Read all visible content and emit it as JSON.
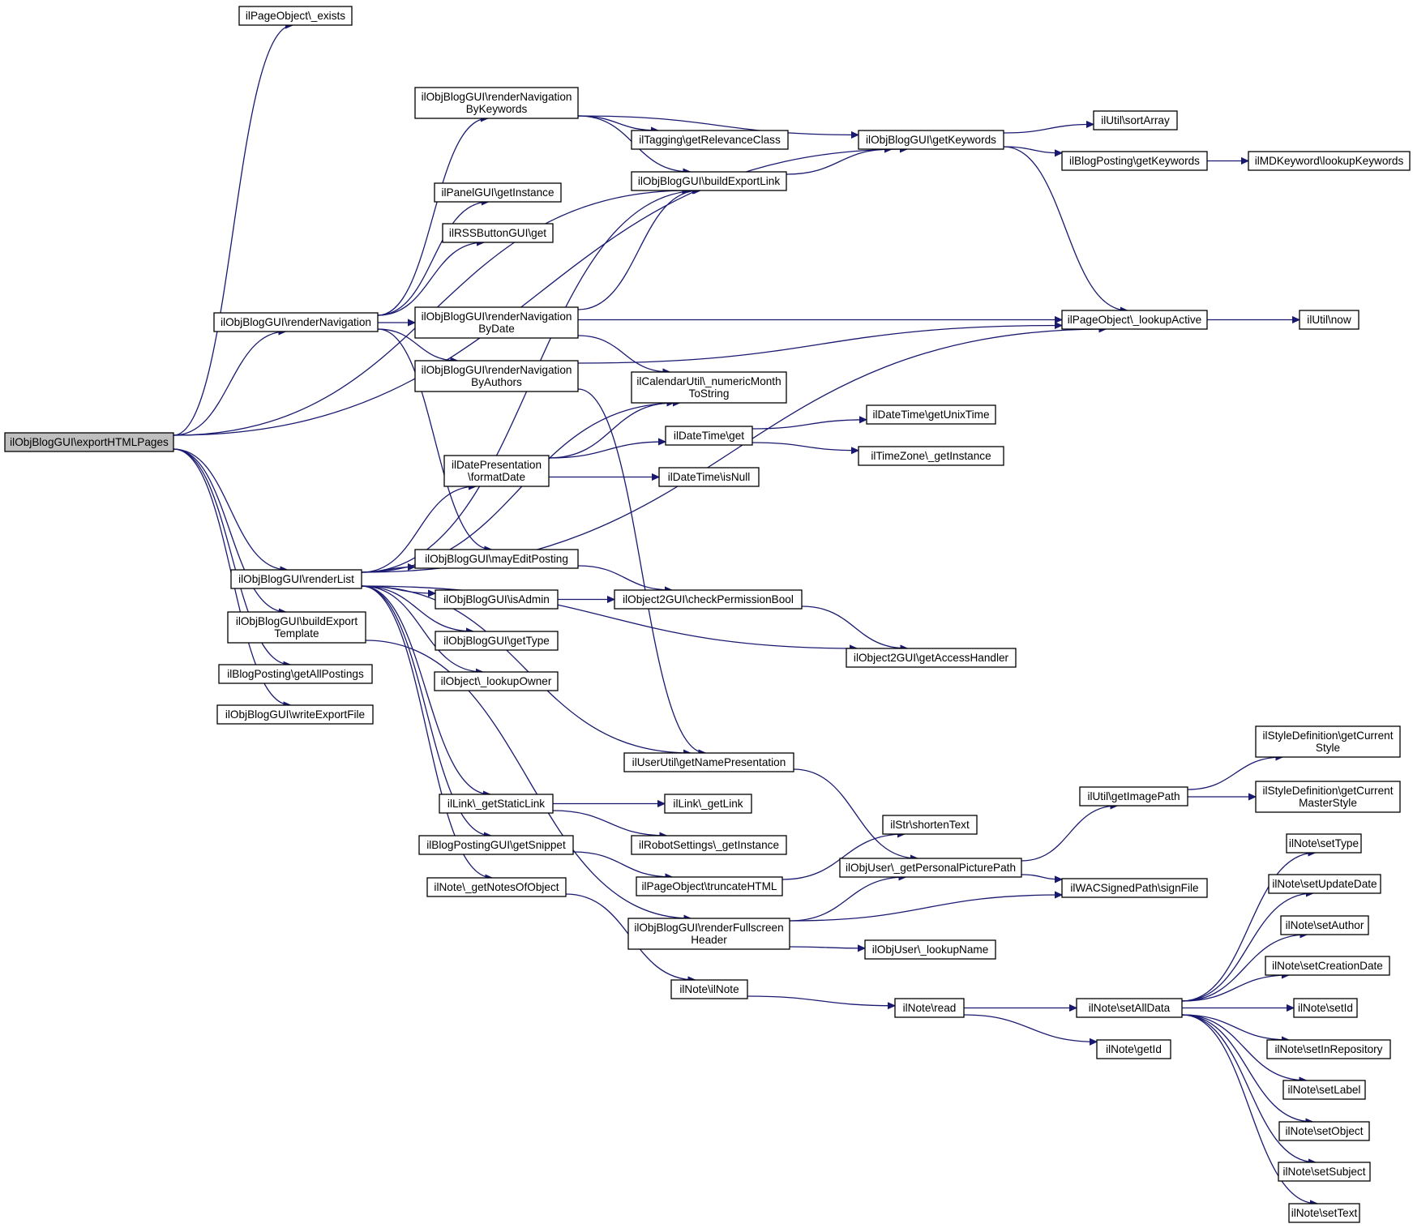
{
  "diagram": {
    "type": "call-graph",
    "colors": {
      "edge": "#191970",
      "node_border": "#000000",
      "root_fill": "#bfbfbf",
      "node_fill": "#ffffff"
    },
    "nodes": [
      {
        "id": "exportHTMLPages",
        "lines": [
          "ilObjBlogGUI\\exportHTMLPages"
        ],
        "root": true
      },
      {
        "id": "pageExists",
        "lines": [
          "ilPageObject\\_exists"
        ]
      },
      {
        "id": "renderNavByKeywords",
        "lines": [
          "ilObjBlogGUI\\renderNavigation",
          "ByKeywords"
        ]
      },
      {
        "id": "getKeywordsBlog",
        "lines": [
          "ilObjBlogGUI\\getKeywords"
        ]
      },
      {
        "id": "sortArray",
        "lines": [
          "ilUtil\\sortArray"
        ]
      },
      {
        "id": "taggingRel",
        "lines": [
          "ilTagging\\getRelevanceClass"
        ]
      },
      {
        "id": "buildExportLink",
        "lines": [
          "ilObjBlogGUI\\buildExportLink"
        ]
      },
      {
        "id": "postingGetKeywords",
        "lines": [
          "ilBlogPosting\\getKeywords"
        ]
      },
      {
        "id": "mdLookupKeywords",
        "lines": [
          "ilMDKeyword\\lookupKeywords"
        ]
      },
      {
        "id": "panelGetInstance",
        "lines": [
          "ilPanelGUI\\getInstance"
        ]
      },
      {
        "id": "rssGet",
        "lines": [
          "ilRSSButtonGUI\\get"
        ]
      },
      {
        "id": "renderNavigation",
        "lines": [
          "ilObjBlogGUI\\renderNavigation"
        ]
      },
      {
        "id": "renderNavByDate",
        "lines": [
          "ilObjBlogGUI\\renderNavigation",
          "ByDate"
        ]
      },
      {
        "id": "lookupActive",
        "lines": [
          "ilPageObject\\_lookupActive"
        ]
      },
      {
        "id": "utilNow",
        "lines": [
          "ilUtil\\now"
        ]
      },
      {
        "id": "renderNavByAuthors",
        "lines": [
          "ilObjBlogGUI\\renderNavigation",
          "ByAuthors"
        ]
      },
      {
        "id": "calNumericMonth",
        "lines": [
          "ilCalendarUtil\\_numericMonth",
          "ToString"
        ]
      },
      {
        "id": "dateTimeGetUnix",
        "lines": [
          "ilDateTime\\getUnixTime"
        ]
      },
      {
        "id": "dateTimeGet",
        "lines": [
          "ilDateTime\\get"
        ]
      },
      {
        "id": "tzGetInstance",
        "lines": [
          "ilTimeZone\\_getInstance"
        ]
      },
      {
        "id": "datePresFormat",
        "lines": [
          "ilDatePresentation",
          "\\formatDate"
        ]
      },
      {
        "id": "dateTimeIsNull",
        "lines": [
          "ilDateTime\\isNull"
        ]
      },
      {
        "id": "mayEditPosting",
        "lines": [
          "ilObjBlogGUI\\mayEditPosting"
        ]
      },
      {
        "id": "renderList",
        "lines": [
          "ilObjBlogGUI\\renderList"
        ]
      },
      {
        "id": "isAdmin",
        "lines": [
          "ilObjBlogGUI\\isAdmin"
        ]
      },
      {
        "id": "checkPermBool",
        "lines": [
          "ilObject2GUI\\checkPermissionBool"
        ]
      },
      {
        "id": "buildExportTemplate",
        "lines": [
          "ilObjBlogGUI\\buildExport",
          "Template"
        ]
      },
      {
        "id": "getType",
        "lines": [
          "ilObjBlogGUI\\getType"
        ]
      },
      {
        "id": "getAccessHandler",
        "lines": [
          "ilObject2GUI\\getAccessHandler"
        ]
      },
      {
        "id": "getAllPostings",
        "lines": [
          "ilBlogPosting\\getAllPostings"
        ]
      },
      {
        "id": "lookupOwner",
        "lines": [
          "ilObject\\_lookupOwner"
        ]
      },
      {
        "id": "writeExportFile",
        "lines": [
          "ilObjBlogGUI\\writeExportFile"
        ]
      },
      {
        "id": "styleDefCurrentStyle",
        "lines": [
          "ilStyleDefinition\\getCurrent",
          "Style"
        ]
      },
      {
        "id": "getNamePresentation",
        "lines": [
          "ilUserUtil\\getNamePresentation"
        ]
      },
      {
        "id": "styleDefMasterStyle",
        "lines": [
          "ilStyleDefinition\\getCurrent",
          "MasterStyle"
        ]
      },
      {
        "id": "utilGetImagePath",
        "lines": [
          "ilUtil\\getImagePath"
        ]
      },
      {
        "id": "linkGetStatic",
        "lines": [
          "ilLink\\_getStaticLink"
        ]
      },
      {
        "id": "linkGetLink",
        "lines": [
          "ilLink\\_getLink"
        ]
      },
      {
        "id": "strShortenText",
        "lines": [
          "ilStr\\shortenText"
        ]
      },
      {
        "id": "robotGetInstance",
        "lines": [
          "ilRobotSettings\\_getInstance"
        ]
      },
      {
        "id": "postingGuiSnippet",
        "lines": [
          "ilBlogPostingGUI\\getSnippet"
        ]
      },
      {
        "id": "noteSetType",
        "lines": [
          "ilNote\\setType"
        ]
      },
      {
        "id": "userPicturePath",
        "lines": [
          "ilObjUser\\_getPersonalPicturePath"
        ]
      },
      {
        "id": "truncateHTML",
        "lines": [
          "ilPageObject\\truncateHTML"
        ]
      },
      {
        "id": "wacSignFile",
        "lines": [
          "ilWACSignedPath\\signFile"
        ]
      },
      {
        "id": "noteSetUpdateDate",
        "lines": [
          "ilNote\\setUpdateDate"
        ]
      },
      {
        "id": "noteGetNotesOfObject",
        "lines": [
          "ilNote\\_getNotesOfObject"
        ]
      },
      {
        "id": "renderFullscreenHeader",
        "lines": [
          "ilObjBlogGUI\\renderFullscreen",
          "Header"
        ]
      },
      {
        "id": "noteSetAuthor",
        "lines": [
          "ilNote\\setAuthor"
        ]
      },
      {
        "id": "userLookupName",
        "lines": [
          "ilObjUser\\_lookupName"
        ]
      },
      {
        "id": "noteSetCreationDate",
        "lines": [
          "ilNote\\setCreationDate"
        ]
      },
      {
        "id": "noteIlNote",
        "lines": [
          "ilNote\\ilNote"
        ]
      },
      {
        "id": "noteRead",
        "lines": [
          "ilNote\\read"
        ]
      },
      {
        "id": "noteSetAllData",
        "lines": [
          "ilNote\\setAllData"
        ]
      },
      {
        "id": "noteSetId",
        "lines": [
          "ilNote\\setId"
        ]
      },
      {
        "id": "noteGetId",
        "lines": [
          "ilNote\\getId"
        ]
      },
      {
        "id": "noteSetInRepository",
        "lines": [
          "ilNote\\setInRepository"
        ]
      },
      {
        "id": "noteSetLabel",
        "lines": [
          "ilNote\\setLabel"
        ]
      },
      {
        "id": "noteSetObject",
        "lines": [
          "ilNote\\setObject"
        ]
      },
      {
        "id": "noteSetSubject",
        "lines": [
          "ilNote\\setSubject"
        ]
      },
      {
        "id": "noteSetText",
        "lines": [
          "ilNote\\setText"
        ]
      }
    ],
    "edges": [
      [
        "exportHTMLPages",
        "pageExists"
      ],
      [
        "exportHTMLPages",
        "getKeywordsBlog"
      ],
      [
        "exportHTMLPages",
        "buildExportLink"
      ],
      [
        "exportHTMLPages",
        "renderNavigation"
      ],
      [
        "exportHTMLPages",
        "renderList"
      ],
      [
        "exportHTMLPages",
        "buildExportTemplate"
      ],
      [
        "exportHTMLPages",
        "getAllPostings"
      ],
      [
        "exportHTMLPages",
        "writeExportFile"
      ],
      [
        "renderNavByKeywords",
        "getKeywordsBlog"
      ],
      [
        "renderNavByKeywords",
        "taggingRel"
      ],
      [
        "renderNavByKeywords",
        "buildExportLink"
      ],
      [
        "getKeywordsBlog",
        "sortArray"
      ],
      [
        "getKeywordsBlog",
        "postingGetKeywords"
      ],
      [
        "getKeywordsBlog",
        "lookupActive"
      ],
      [
        "postingGetKeywords",
        "mdLookupKeywords"
      ],
      [
        "buildExportLink",
        "getKeywordsBlog"
      ],
      [
        "renderNavigation",
        "renderNavByKeywords"
      ],
      [
        "renderNavigation",
        "panelGetInstance"
      ],
      [
        "renderNavigation",
        "rssGet"
      ],
      [
        "renderNavigation",
        "renderNavByDate"
      ],
      [
        "renderNavigation",
        "renderNavByAuthors"
      ],
      [
        "renderNavigation",
        "mayEditPosting"
      ],
      [
        "renderNavByDate",
        "buildExportLink"
      ],
      [
        "renderNavByDate",
        "lookupActive"
      ],
      [
        "renderNavByDate",
        "calNumericMonth"
      ],
      [
        "renderNavByAuthors",
        "lookupActive"
      ],
      [
        "renderNavByAuthors",
        "getNamePresentation"
      ],
      [
        "lookupActive",
        "utilNow"
      ],
      [
        "dateTimeGet",
        "dateTimeGetUnix"
      ],
      [
        "dateTimeGet",
        "tzGetInstance"
      ],
      [
        "datePresFormat",
        "calNumericMonth"
      ],
      [
        "datePresFormat",
        "dateTimeGet"
      ],
      [
        "datePresFormat",
        "dateTimeIsNull"
      ],
      [
        "renderList",
        "buildExportLink"
      ],
      [
        "renderList",
        "calNumericMonth"
      ],
      [
        "renderList",
        "datePresFormat"
      ],
      [
        "renderList",
        "lookupActive"
      ],
      [
        "renderList",
        "mayEditPosting"
      ],
      [
        "renderList",
        "isAdmin"
      ],
      [
        "renderList",
        "getType"
      ],
      [
        "renderList",
        "lookupOwner"
      ],
      [
        "renderList",
        "getAccessHandler"
      ],
      [
        "renderList",
        "getNamePresentation"
      ],
      [
        "renderList",
        "linkGetStatic"
      ],
      [
        "renderList",
        "postingGuiSnippet"
      ],
      [
        "renderList",
        "noteGetNotesOfObject"
      ],
      [
        "mayEditPosting",
        "checkPermBool"
      ],
      [
        "isAdmin",
        "checkPermBool"
      ],
      [
        "checkPermBool",
        "getAccessHandler"
      ],
      [
        "buildExportTemplate",
        "renderFullscreenHeader"
      ],
      [
        "getNamePresentation",
        "userPicturePath"
      ],
      [
        "linkGetStatic",
        "linkGetLink"
      ],
      [
        "linkGetStatic",
        "robotGetInstance"
      ],
      [
        "postingGuiSnippet",
        "truncateHTML"
      ],
      [
        "truncateHTML",
        "strShortenText"
      ],
      [
        "utilGetImagePath",
        "styleDefCurrentStyle"
      ],
      [
        "utilGetImagePath",
        "styleDefMasterStyle"
      ],
      [
        "userPicturePath",
        "utilGetImagePath"
      ],
      [
        "userPicturePath",
        "wacSignFile"
      ],
      [
        "noteGetNotesOfObject",
        "noteIlNote"
      ],
      [
        "renderFullscreenHeader",
        "userPicturePath"
      ],
      [
        "renderFullscreenHeader",
        "wacSignFile"
      ],
      [
        "renderFullscreenHeader",
        "userLookupName"
      ],
      [
        "noteIlNote",
        "noteRead"
      ],
      [
        "noteRead",
        "noteSetAllData"
      ],
      [
        "noteRead",
        "noteGetId"
      ],
      [
        "noteSetAllData",
        "noteSetType"
      ],
      [
        "noteSetAllData",
        "noteSetUpdateDate"
      ],
      [
        "noteSetAllData",
        "noteSetAuthor"
      ],
      [
        "noteSetAllData",
        "noteSetCreationDate"
      ],
      [
        "noteSetAllData",
        "noteSetId"
      ],
      [
        "noteSetAllData",
        "noteSetInRepository"
      ],
      [
        "noteSetAllData",
        "noteSetLabel"
      ],
      [
        "noteSetAllData",
        "noteSetObject"
      ],
      [
        "noteSetAllData",
        "noteSetSubject"
      ],
      [
        "noteSetAllData",
        "noteSetText"
      ]
    ]
  }
}
